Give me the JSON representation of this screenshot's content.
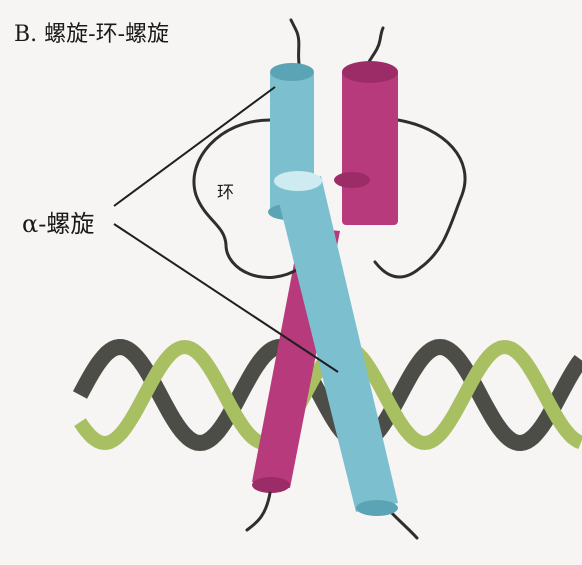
{
  "figure": {
    "title": "B. 螺旋-环-螺旋",
    "labels": {
      "alpha_helix": "α-螺旋",
      "loop": "环"
    }
  },
  "colors": {
    "helix_blue": "#7cc0cf",
    "helix_blue_dark": "#5aa4b5",
    "helix_magenta": "#b73a7c",
    "helix_magenta_dark": "#9c2c68",
    "dna_strand_green": "#a8c062",
    "dna_strand_gray": "#4b4d46",
    "loop_line": "#2e2e2e"
  }
}
